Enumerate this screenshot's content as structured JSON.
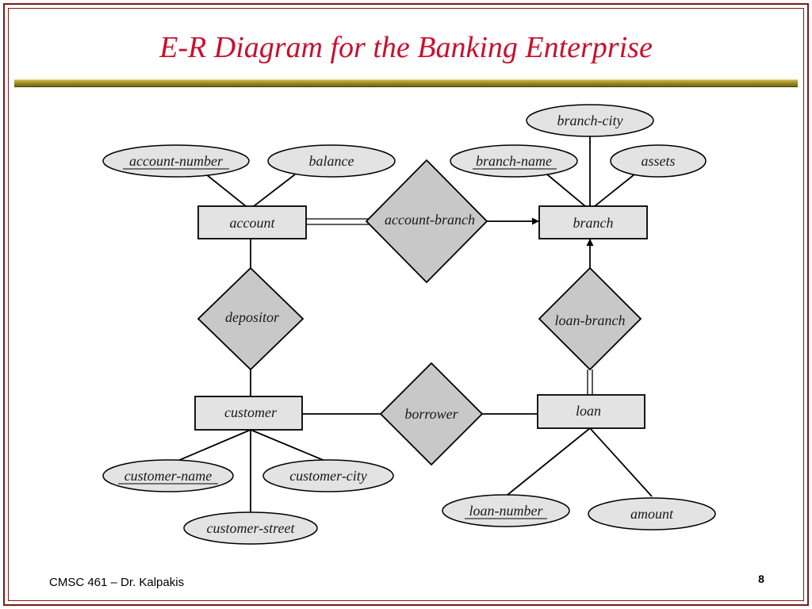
{
  "slide": {
    "title": "E-R Diagram for the Banking Enterprise",
    "footer": "CMSC 461 – Dr. Kalpakis",
    "page_number": "8"
  },
  "diagram": {
    "entities": {
      "account": "account",
      "branch": "branch",
      "customer": "customer",
      "loan": "loan"
    },
    "relationships": {
      "account_branch": "account-branch",
      "depositor": "depositor",
      "loan_branch": "loan-branch",
      "borrower": "borrower"
    },
    "attributes": {
      "account_number": "account-number",
      "balance": "balance",
      "branch_city": "branch-city",
      "branch_name": "branch-name",
      "assets": "assets",
      "customer_name": "customer-name",
      "customer_city": "customer-city",
      "customer_street": "customer-street",
      "loan_number": "loan-number",
      "amount": "amount"
    }
  }
}
